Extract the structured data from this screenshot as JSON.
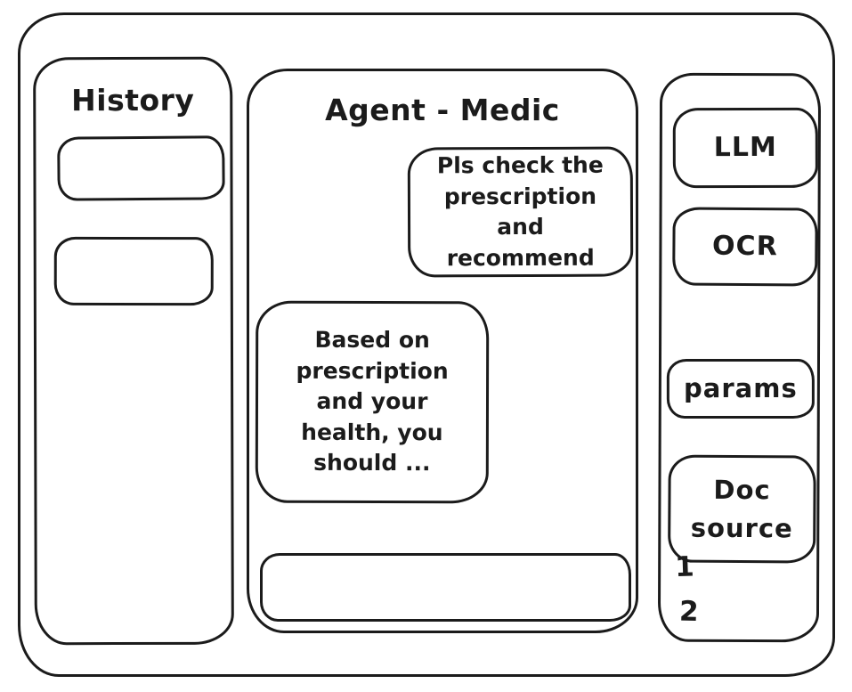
{
  "window": {
    "background": "#ffffff",
    "stroke_color": "#1b1b1b"
  },
  "history_panel": {
    "title": "History",
    "items": [
      {
        "label": ""
      },
      {
        "label": ""
      }
    ]
  },
  "chat_panel": {
    "title": "Agent - Medic",
    "messages": [
      {
        "role": "user",
        "text": "Pls check the prescription and recommend"
      },
      {
        "role": "assistant",
        "text": "Based on prescription and your health, you should ..."
      }
    ],
    "input": {
      "value": "",
      "placeholder": ""
    }
  },
  "tools_panel": {
    "llm_label": "LLM",
    "ocr_label": "OCR",
    "params_label": "params",
    "doc_source_label": "Doc source",
    "doc_source_items": [
      "1",
      "2"
    ]
  }
}
